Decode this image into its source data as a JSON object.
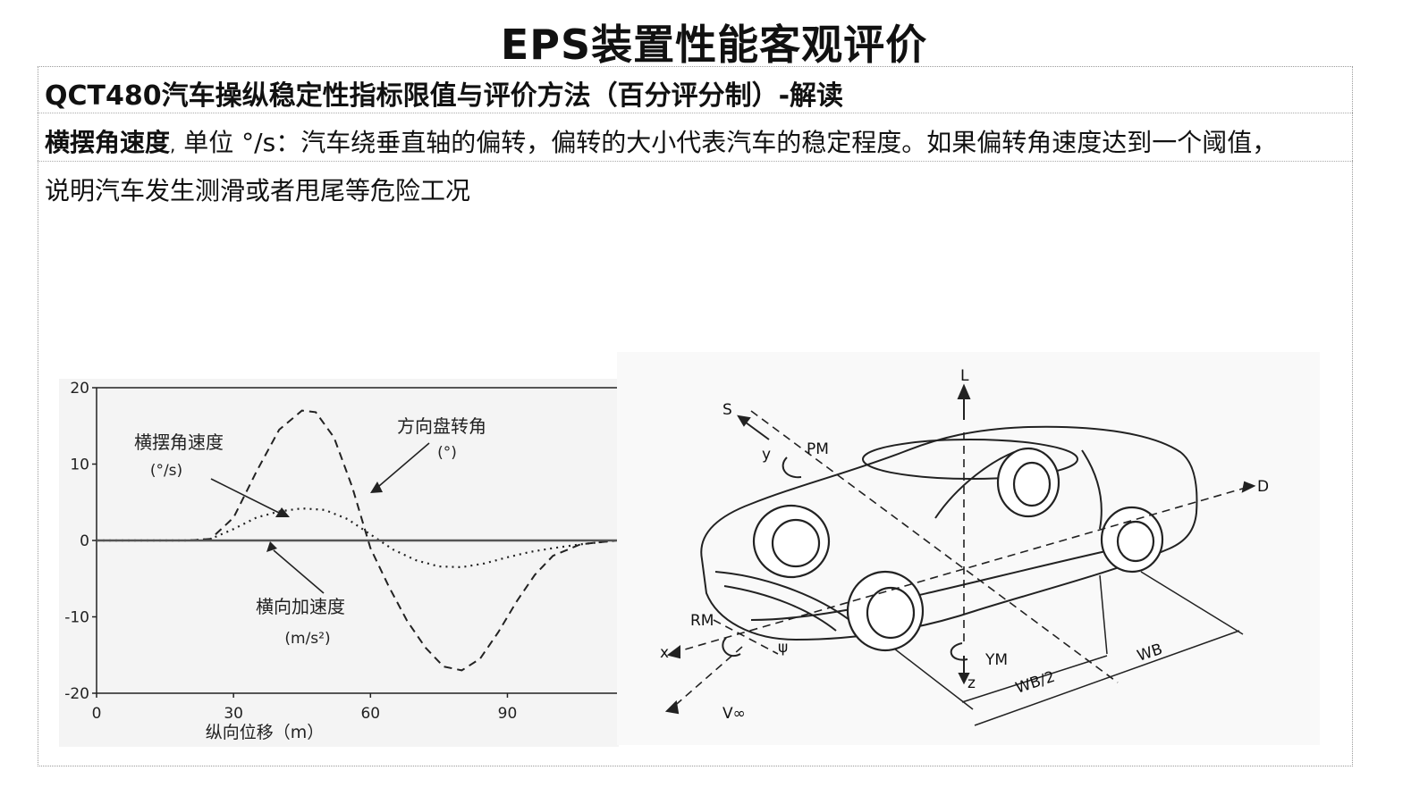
{
  "title": "EPS装置性能客观评价",
  "subtitle": "QCT480汽车操纵稳定性指标限值与评价方法（百分评分制）-解读",
  "definition": {
    "term": "横摆角速度",
    "separator": ",",
    "text_line1": " 单位 °/s：汽车绕垂直轴的偏转，偏转的大小代表汽车的稳定程度。如果偏转角速度达到一个阈值，",
    "text_line2": "说明汽车发生测滑或者甩尾等危险工况"
  },
  "chart_data": {
    "type": "line",
    "xlabel": "纵向位移（m）",
    "ylabel": "",
    "xlim": [
      0,
      114
    ],
    "ylim": [
      -20,
      20
    ],
    "x_ticks": [
      0,
      30,
      60,
      90
    ],
    "y_ticks": [
      20,
      10,
      0,
      -10,
      -20
    ],
    "series": [
      {
        "name": "方向盘转角",
        "unit": "(°)",
        "style": "dashed",
        "x": [
          0,
          15,
          20,
          25,
          30,
          35,
          40,
          45,
          48,
          52,
          56,
          60,
          64,
          68,
          72,
          76,
          80,
          84,
          88,
          92,
          96,
          100,
          106,
          114
        ],
        "y": [
          0,
          0,
          0,
          0.2,
          3,
          9,
          14.5,
          17,
          16.8,
          13.5,
          7,
          -1,
          -6,
          -10.5,
          -14,
          -16.5,
          -17,
          -15.5,
          -12,
          -8,
          -4.5,
          -2,
          -0.5,
          0
        ]
      },
      {
        "name": "横摆角速度",
        "unit": "(°/s)",
        "style": "dotted",
        "x": [
          0,
          20,
          25,
          30,
          35,
          40,
          45,
          50,
          55,
          60,
          65,
          70,
          75,
          80,
          85,
          90,
          95,
          100,
          106,
          114
        ],
        "y": [
          0,
          0,
          0.2,
          1.5,
          3,
          3.8,
          4.2,
          4,
          2.8,
          0.8,
          -1.2,
          -2.6,
          -3.4,
          -3.5,
          -3,
          -2.2,
          -1.5,
          -1,
          -0.5,
          0
        ]
      },
      {
        "name": "横向加速度",
        "unit": "(m/s²)",
        "style": "solid",
        "x": [
          0,
          114
        ],
        "y": [
          0,
          0
        ]
      }
    ]
  },
  "car_diagram": {
    "labels": [
      "L",
      "S",
      "y",
      "PM",
      "D",
      "RM",
      "x",
      "ψ",
      "YM",
      "z",
      "WB/2",
      "WB",
      "V∞"
    ]
  }
}
